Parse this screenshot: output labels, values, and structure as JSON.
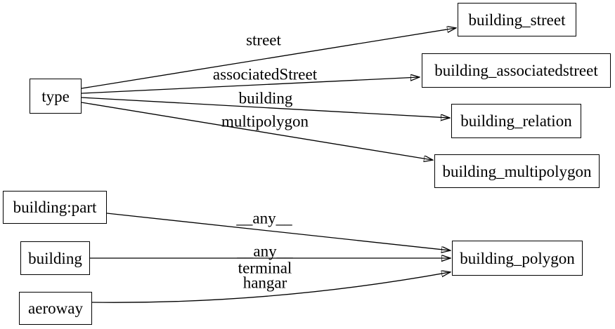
{
  "colors": {
    "background": "#ffffff",
    "node_fill": "#ffffff",
    "node_border": "#000000",
    "edge": "#000000",
    "text": "#000000"
  },
  "nodes": {
    "type": {
      "label": "type"
    },
    "building_street": {
      "label": "building_street"
    },
    "building_associatedstreet": {
      "label": "building_associatedstreet"
    },
    "building_relation": {
      "label": "building_relation"
    },
    "building_multipolygon": {
      "label": "building_multipolygon"
    },
    "building_part": {
      "label": "building:part"
    },
    "building": {
      "label": "building"
    },
    "aeroway": {
      "label": "aeroway"
    },
    "building_polygon": {
      "label": "building_polygon"
    }
  },
  "edges": [
    {
      "from": "type",
      "to": "building_street",
      "label": "street"
    },
    {
      "from": "type",
      "to": "building_associatedstreet",
      "label": "associatedStreet"
    },
    {
      "from": "type",
      "to": "building_relation",
      "label": "building"
    },
    {
      "from": "type",
      "to": "building_multipolygon",
      "label": "multipolygon"
    },
    {
      "from": "building:part",
      "to": "building_polygon",
      "label": "__any__"
    },
    {
      "from": "building",
      "to": "building_polygon",
      "label": "__any__"
    },
    {
      "from": "aeroway",
      "to": "building_polygon",
      "label": "terminal"
    },
    {
      "from": "aeroway",
      "to": "building_polygon",
      "label": "hangar"
    }
  ]
}
